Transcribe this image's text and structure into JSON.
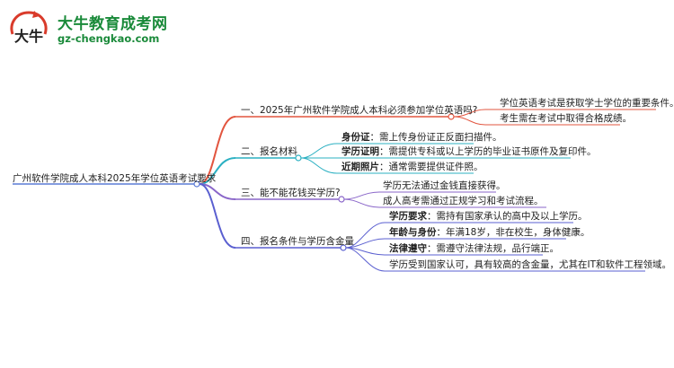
{
  "header": {
    "brand_name": "大牛教育成考网",
    "brand_url": "gz-chengkao.com",
    "logo_text": "大牛"
  },
  "mindmap": {
    "root": "广州软件学院成人本科2025年学位英语考试要求",
    "branches": [
      {
        "label": "一、2025年广州软件学院成人本科必须参加学位英语吗?",
        "color": "#e2553f",
        "children": [
          {
            "text": "学位英语考试是获取学士学位的重要条件。"
          },
          {
            "text": "考生需在考试中取得合格成绩。"
          }
        ]
      },
      {
        "label": "二、报名材料",
        "color": "#2bb0c2",
        "children": [
          {
            "key": "身份证",
            "text": "：需上传身份证正反面扫描件。"
          },
          {
            "key": "学历证明",
            "text": "：需提供专科或以上学历的毕业证书原件及复印件。"
          },
          {
            "key": "近期照片",
            "text": "：通常需要提供证件照。"
          }
        ]
      },
      {
        "label": "三、能不能花钱买学历?",
        "color": "#8a66c9",
        "children": [
          {
            "text": "学历无法通过金钱直接获得。"
          },
          {
            "text": "成人高考需通过正规学习和考试流程。"
          }
        ]
      },
      {
        "label": "四、报名条件与学历含金量",
        "color": "#5a5fd0",
        "children": [
          {
            "key": "学历要求",
            "text": "：需持有国家承认的高中及以上学历。"
          },
          {
            "key": "年龄与身份",
            "text": "：年满18岁，非在校生，身体健康。"
          },
          {
            "key": "法律遵守",
            "text": "：需遵守法律法规，品行端正。"
          },
          {
            "text": "学历受到国家认可，具有较高的含金量，尤其在IT和软件工程领域。"
          }
        ]
      }
    ]
  }
}
